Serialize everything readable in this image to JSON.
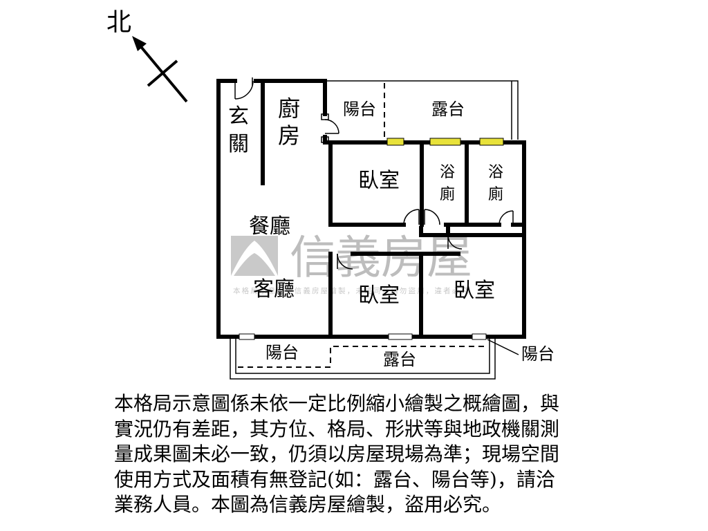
{
  "compass": {
    "label": "北"
  },
  "rooms": {
    "entrance": "玄\n關",
    "kitchen": "廚\n房",
    "balcony_north": "陽台",
    "terrace_north": "露台",
    "bedroom_1": "臥室",
    "bathroom_1": "浴\n廁",
    "bathroom_2": "浴\n廁",
    "dining": "餐廳",
    "living": "客廳",
    "bedroom_2": "臥室",
    "bedroom_3": "臥室",
    "balcony_south": "陽台",
    "terrace_south": "露台",
    "balcony_east_label": "陽台"
  },
  "watermark": {
    "brand": "信義房屋",
    "notice": "本格局示意圖係信義房屋繪製，未經同意請勿盜用，違者必究"
  },
  "disclaimer": {
    "lines": [
      "本格局示意圖係未依一定比例縮小繪製之概繪圖，與",
      "實況仍有差距，其方位、格局、形狀等與地政機關測",
      "量成果圖未必一致，仍須以房屋現場為準；現場空間",
      "使用方式及面積有無登記(如：露台、陽台等)，請洽",
      "業務人員。本圖為信義房屋繪製，盜用必究。"
    ]
  },
  "colors": {
    "wall": "#000000",
    "window": "#e8e23a",
    "watermark": "#bdbdbd"
  }
}
